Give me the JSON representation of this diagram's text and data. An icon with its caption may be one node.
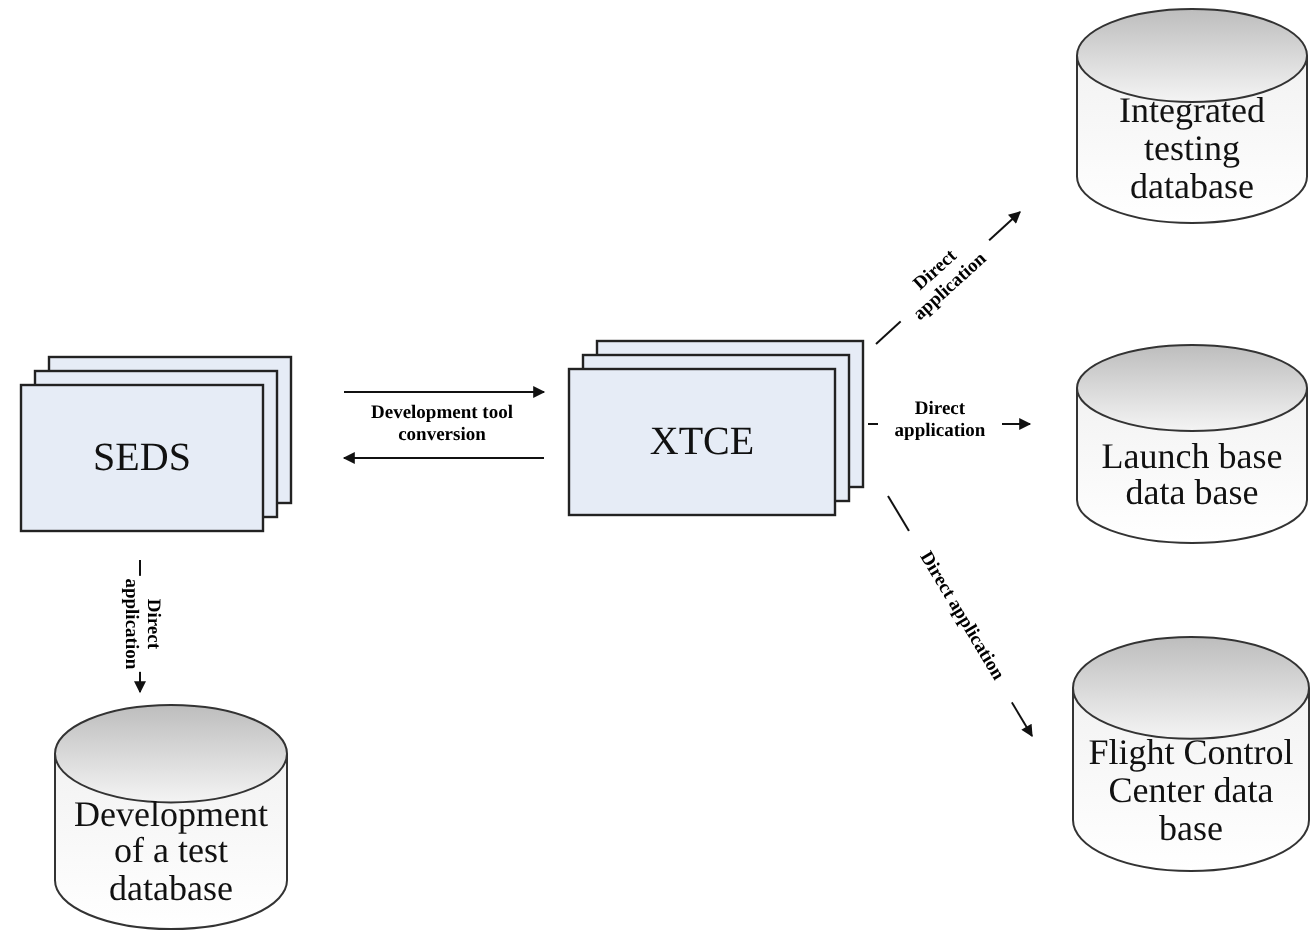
{
  "diagram": {
    "nodes": [
      {
        "text": [
          "SEDS"
        ]
      },
      {
        "text": [
          "XTCE"
        ]
      },
      {
        "text": [
          "Integrated testing database"
        ]
      },
      {
        "text": [
          "Launch base data base"
        ]
      },
      {
        "text": [
          "Flight Control Center data base"
        ]
      },
      {
        "text": [
          "Development of a test database"
        ]
      }
    ],
    "edges": [
      {
        "from": 0,
        "to": 1,
        "arrow": "to",
        "label": "Development tool conversion"
      },
      {
        "from": 1,
        "to": 0,
        "arrow": "to"
      },
      {
        "from": 1,
        "to": 2,
        "arrow": "to",
        "label": "Direct application"
      },
      {
        "from": 1,
        "to": 3,
        "arrow": "to",
        "label": "Direct application"
      },
      {
        "from": 1,
        "to": 4,
        "arrow": "to",
        "label": "Direct application"
      },
      {
        "from": 0,
        "to": 5,
        "arrow": "to",
        "label": "Direct application"
      }
    ]
  }
}
